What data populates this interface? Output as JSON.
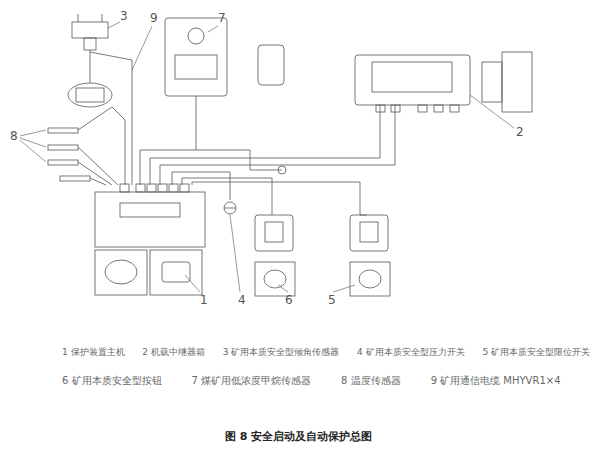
{
  "diagram": {
    "caption": "图 8 安全启动及自动保护总图",
    "labels": [
      "3",
      "9",
      "7",
      "8",
      "2",
      "1",
      "4",
      "6",
      "5",
      "1 保护装置主机",
      "2 机载中继器箱",
      "3 矿用本质安全型倾角传感器",
      "4 矿用本质安全型压力开关",
      "5 矿用本质安全型限位开关",
      "6 矿用本质安全型按钮",
      "7 煤矿用低浓度甲烷传感器",
      "8 温度传感器",
      "9 矿用通信电缆 MHYVR1×4"
    ]
  }
}
